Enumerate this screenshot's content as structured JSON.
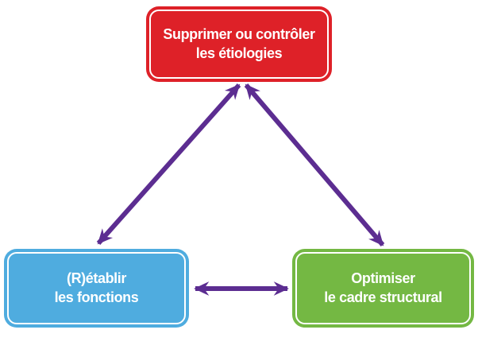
{
  "diagram": {
    "type": "triangle-relationship-diagram",
    "background_color": "#ffffff",
    "arrow_color": "#5c2d91",
    "text_color": "#ffffff",
    "nodes": [
      {
        "id": "etiologies",
        "label_line1": "Supprimer ou contrôler",
        "label_line2": "les étiologies",
        "color": "#de2128",
        "position": "top-center"
      },
      {
        "id": "fonctions",
        "label_line1": "(R)établir",
        "label_line2": "les fonctions",
        "color": "#4facdf",
        "position": "bottom-left"
      },
      {
        "id": "structural",
        "label_line1": "Optimiser",
        "label_line2": "le cadre structural",
        "color": "#74b843",
        "position": "bottom-right"
      }
    ],
    "edges": [
      {
        "from": "etiologies",
        "to": "fonctions",
        "bidirectional": true
      },
      {
        "from": "etiologies",
        "to": "structural",
        "bidirectional": true
      },
      {
        "from": "fonctions",
        "to": "structural",
        "bidirectional": true
      }
    ]
  }
}
